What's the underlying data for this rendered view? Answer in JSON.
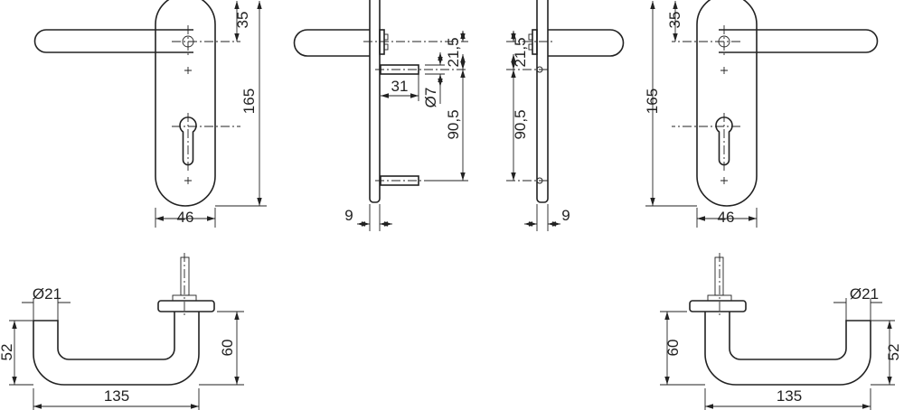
{
  "front_view_left": {
    "dim_spindle": "35",
    "dim_height": "165",
    "dim_width": "46"
  },
  "side_view_left": {
    "dim_spindle_to_screw": "21,5",
    "dim_screw_length": "31",
    "dim_screw_diameter": "Ø7",
    "dim_screw_spacing": "90,5",
    "dim_plate_thickness": "9"
  },
  "side_view_right": {
    "dim_spindle_to_screw": "21,5",
    "dim_screw_spacing": "90,5",
    "dim_plate_thickness": "9"
  },
  "front_view_right": {
    "dim_spindle": "35",
    "dim_height": "165",
    "dim_width": "46"
  },
  "handle_top_left": {
    "dim_diameter": "Ø21",
    "dim_drop": "52",
    "dim_projection": "60",
    "dim_length": "135"
  },
  "handle_top_right": {
    "dim_diameter": "Ø21",
    "dim_drop": "52",
    "dim_projection": "60",
    "dim_length": "135"
  }
}
